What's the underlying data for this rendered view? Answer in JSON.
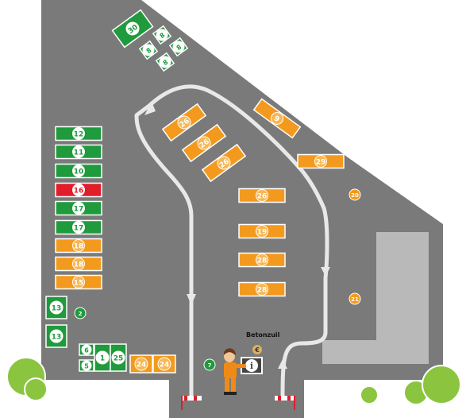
{
  "colors": {
    "ground": "#7a7a7a",
    "green": "#1f9a3c",
    "orange": "#f39a1e",
    "red": "#e11d2a",
    "road_line": "#e8e8e8",
    "building": "#b9b9b9",
    "tree": "#8bc53f"
  },
  "stalls": {
    "green": {
      "s30": "30",
      "s8a": "8",
      "s8b": "8",
      "s8c": "8",
      "s8d": "8",
      "s12": "12",
      "s11": "11",
      "s10": "10",
      "s17a": "17",
      "s17b": "17",
      "s13a": "13",
      "s13b": "13",
      "s6": "6",
      "s5": "5",
      "s1": "1",
      "s25": "25"
    },
    "red": {
      "s16": "16"
    },
    "orange": {
      "s26a": "26",
      "s26b": "26",
      "s26c": "26",
      "s26d": "26",
      "s9": "9",
      "s29": "29",
      "s19": "19",
      "s28a": "28",
      "s28b": "28",
      "s18a": "18",
      "s18b": "18",
      "s15": "15",
      "s24a": "24",
      "s24b": "24"
    }
  },
  "markers": {
    "m20": "20",
    "m21": "21",
    "m2": "2",
    "m7": "7"
  },
  "info_point": {
    "label": "Betonzuil",
    "info_symbol": "i",
    "euro_symbol": "€"
  },
  "icons": [
    "info-icon",
    "euro-icon",
    "person-figure",
    "entrance-gate",
    "road-arrow"
  ]
}
